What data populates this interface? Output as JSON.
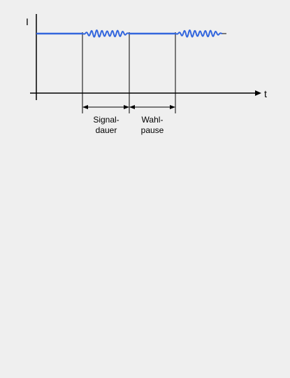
{
  "diagram": {
    "y_axis_label": "I",
    "x_axis_label": "t",
    "signal_duration_label": [
      "Signal-",
      "dauer"
    ],
    "dial_pause_label": [
      "Wahl-",
      "pause"
    ]
  },
  "colors": {
    "background": "#efefef",
    "signal": "#3366dd",
    "lines": "#000000"
  }
}
